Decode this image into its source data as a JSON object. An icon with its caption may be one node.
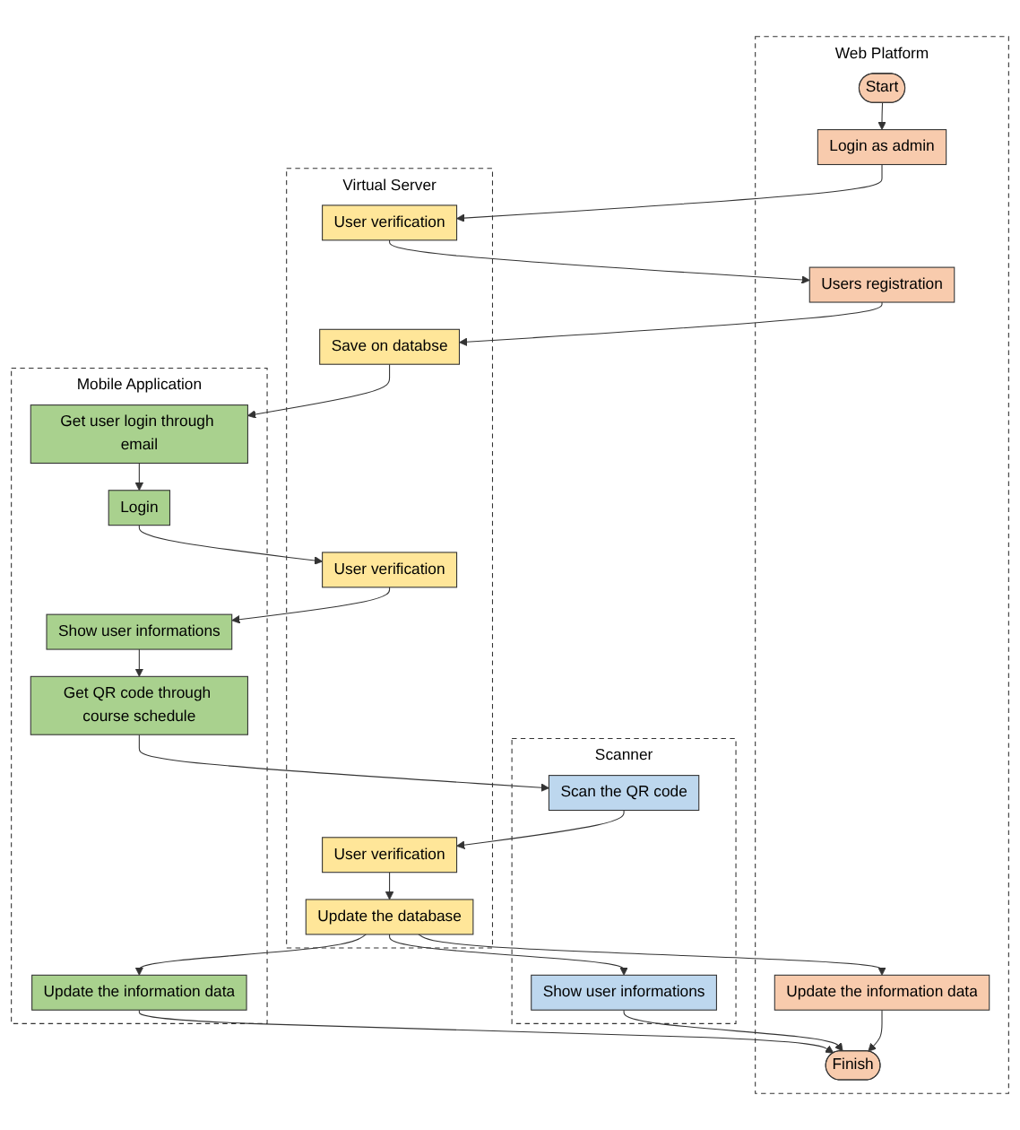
{
  "diagram": {
    "nodes": [
      {
        "text": [
          "Mobile Application"
        ]
      },
      {
        "text": [
          "Scanner"
        ]
      },
      {
        "text": [
          "Virtual Server"
        ]
      },
      {
        "text": [
          "Web Platform"
        ]
      },
      {
        "text": [
          "Start"
        ],
        "in": 3
      },
      {
        "text": [
          "User verification"
        ],
        "in": 2
      },
      {
        "text": [
          "Login as admin"
        ],
        "in": 3
      },
      {
        "text": [
          "Get user login through email"
        ],
        "in": 0
      },
      {
        "text": [
          "Save on databse"
        ],
        "in": 2
      },
      {
        "text": [
          "Users registration"
        ],
        "in": 3
      },
      {
        "text": [
          "Login"
        ],
        "in": 0
      },
      {
        "text": [
          "User verification"
        ],
        "in": 2
      },
      {
        "text": [
          "Show user informations"
        ],
        "in": 0
      },
      {
        "text": [
          "Get QR code through course schedule"
        ],
        "in": 0
      },
      {
        "text": [
          "Scan the QR code"
        ],
        "in": 1
      },
      {
        "text": [
          "User verification"
        ],
        "in": 2
      },
      {
        "text": [
          "Update the information data"
        ],
        "in": 0
      },
      {
        "text": [
          "Show user informations"
        ],
        "in": 1
      },
      {
        "text": [
          "Update the database"
        ],
        "in": 2
      },
      {
        "text": [
          "Update the information data"
        ],
        "in": 3
      },
      {
        "text": [
          "Finish"
        ],
        "in": 3
      }
    ],
    "edges": [
      {
        "from": 4,
        "to": 6,
        "arrow": "to"
      },
      {
        "from": 6,
        "to": 5,
        "arrow": "to"
      },
      {
        "from": 5,
        "to": 9,
        "arrow": "to"
      },
      {
        "from": 9,
        "to": 8,
        "arrow": "to"
      },
      {
        "from": 8,
        "to": 7,
        "arrow": "to"
      },
      {
        "from": 7,
        "to": 10,
        "arrow": "to"
      },
      {
        "from": 10,
        "to": 11,
        "arrow": "to"
      },
      {
        "from": 11,
        "to": 12,
        "arrow": "to"
      },
      {
        "from": 12,
        "to": 13,
        "arrow": "to"
      },
      {
        "from": 13,
        "to": 14,
        "arrow": "to"
      },
      {
        "from": 14,
        "to": 15,
        "arrow": "to"
      },
      {
        "from": 15,
        "to": 18,
        "arrow": "to"
      },
      {
        "from": 18,
        "to": 17,
        "arrow": "to"
      },
      {
        "from": 18,
        "to": 16,
        "arrow": "to"
      },
      {
        "from": 18,
        "to": 19,
        "arrow": "to"
      },
      {
        "from": 16,
        "to": 20,
        "arrow": "to"
      },
      {
        "from": 17,
        "to": 20,
        "arrow": "to"
      },
      {
        "from": 19,
        "to": 20,
        "arrow": "to"
      }
    ]
  }
}
